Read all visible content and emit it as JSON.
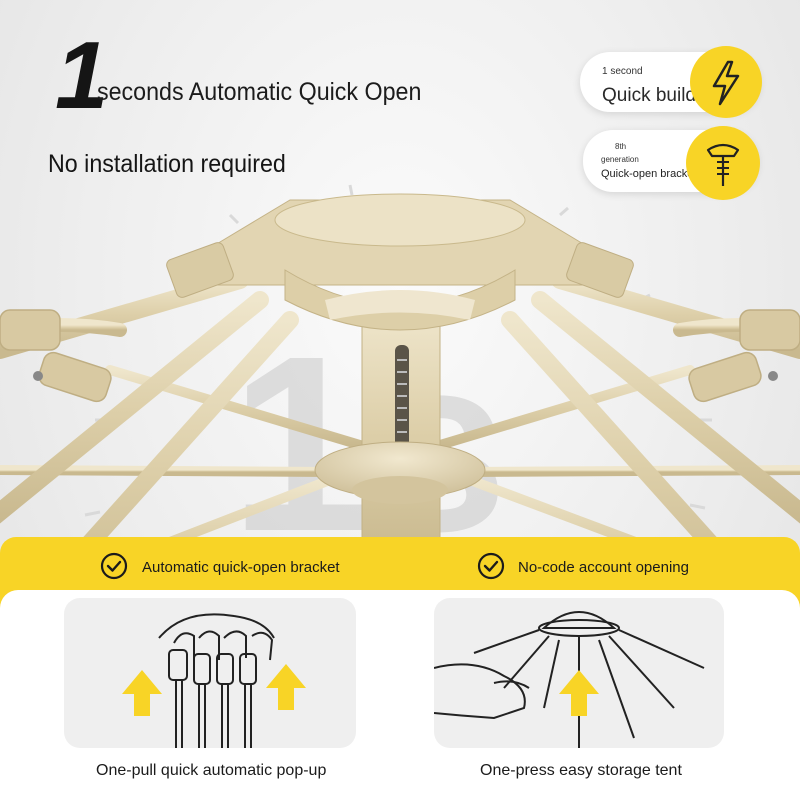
{
  "headline": {
    "number": "1",
    "text": "seconds Automatic Quick Open",
    "subtext": "No installation required"
  },
  "badges": [
    {
      "small_label": "1 second",
      "label": "Quick build",
      "icon": "lightning-icon"
    },
    {
      "small_label_1": "8th",
      "small_label_2": "generation",
      "label": "Quick-open bracket",
      "icon": "bracket-icon"
    }
  ],
  "watermark": "1s",
  "features": [
    {
      "label": "Automatic quick-open bracket",
      "icon": "check-circle-icon"
    },
    {
      "label": "No-code account opening",
      "icon": "check-circle-icon"
    }
  ],
  "illustrations": [
    {
      "caption": "One-pull quick automatic pop-up",
      "icon": "hands-pull-illustration"
    },
    {
      "caption": "One-press easy storage tent",
      "icon": "hand-press-illustration"
    }
  ],
  "colors": {
    "accent": "#f8d426",
    "frame": "#e3d6b6",
    "text": "#1b1b1b",
    "card": "#efefef"
  }
}
